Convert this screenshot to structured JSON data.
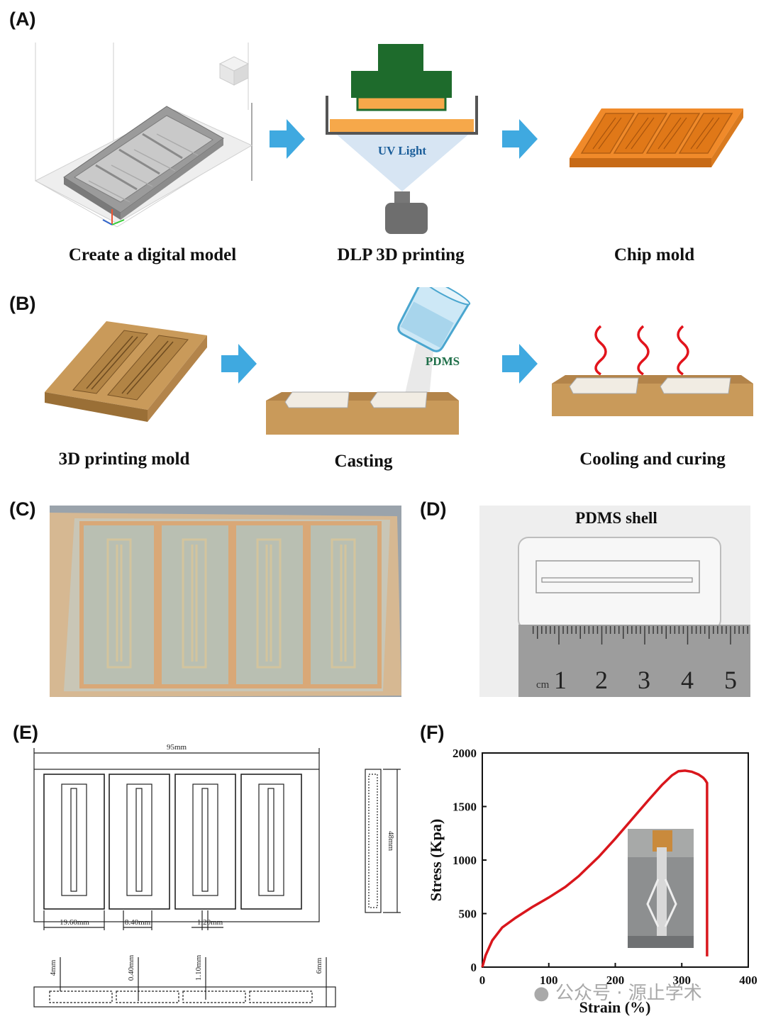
{
  "panels": {
    "A": {
      "label": "(A)",
      "captions": [
        "Create a digital model",
        "DLP 3D printing",
        "Chip mold"
      ],
      "uv_label": "UV Light"
    },
    "B": {
      "label": "(B)",
      "captions": [
        "3D printing mold",
        "Casting",
        "Cooling and curing"
      ],
      "pdms_label": "PDMS"
    },
    "C": {
      "label": "(C)"
    },
    "D": {
      "label": "(D)",
      "title": "PDMS shell",
      "ruler_unit": "cm",
      "ruler_numbers": [
        "1",
        "2",
        "3",
        "4",
        "5"
      ]
    },
    "E": {
      "label": "(E)",
      "dims": {
        "width": "95mm",
        "height": "48mm",
        "w1": "19.60mm",
        "w2": "8.40mm",
        "w3": "1.20mm",
        "d1": "4mm",
        "d2": "0.40mm",
        "d3": "1.10mm",
        "d4": "6mm"
      }
    },
    "F": {
      "label": "(F)"
    }
  },
  "watermark": "公众号 · 源止学术",
  "colors": {
    "arrow": "#3fa9e0",
    "printer_green": "#1e6b2c",
    "resin_orange": "#f6a84a",
    "mold_orange": "#f08a2a",
    "mold_tan": "#c99a5a",
    "curve_red": "#d9161c"
  },
  "chart_data": {
    "type": "line",
    "title": "",
    "xlabel": "Strain (%)",
    "ylabel": "Stress (Kpa)",
    "xlim": [
      0,
      400
    ],
    "ylim": [
      0,
      2000
    ],
    "xticks": [
      "0",
      "100",
      "200",
      "300",
      "400"
    ],
    "yticks": [
      "0",
      "500",
      "1000",
      "1500",
      "2000"
    ],
    "legend": "none",
    "series": [
      {
        "x": [
          0,
          5,
          15,
          30,
          50,
          75,
          100,
          125,
          145,
          150,
          175,
          200,
          225,
          250,
          270,
          285,
          295,
          305,
          315,
          325,
          332,
          335,
          338,
          338,
          338
        ],
        "y": [
          0,
          110,
          250,
          370,
          460,
          560,
          650,
          750,
          850,
          880,
          1030,
          1200,
          1380,
          1560,
          1700,
          1790,
          1830,
          1835,
          1825,
          1800,
          1770,
          1750,
          1720,
          800,
          100
        ]
      }
    ]
  }
}
